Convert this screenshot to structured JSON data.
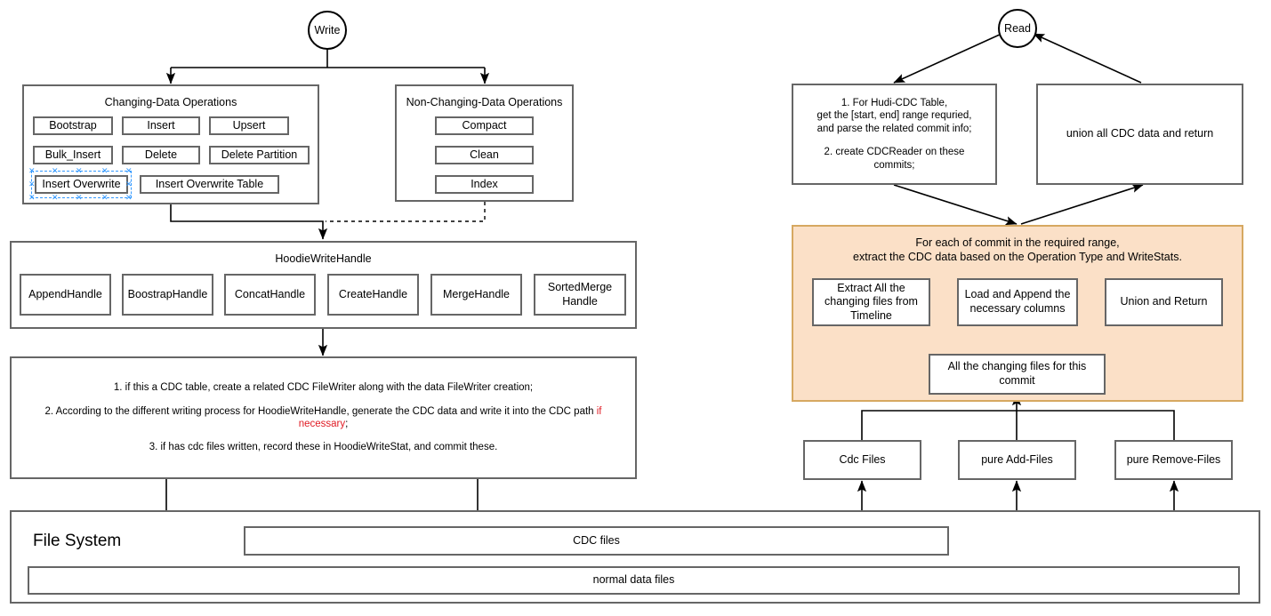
{
  "diagram": {
    "title": "Hudi CDC Write and Read Flow",
    "colors": {
      "box_border": "#666666",
      "node_border": "#000000",
      "orange_fill": "#fbe0c7",
      "orange_border": "#d6a861",
      "highlight_text": "#e01b24",
      "selection": "#3399ff"
    }
  },
  "write": {
    "start_node": "Write",
    "changing": {
      "title": "Changing-Data Operations",
      "ops": [
        "Bootstrap",
        "Insert",
        "Upsert",
        "Bulk_Insert",
        "Delete",
        "Delete Partition",
        "Insert  Overwrite",
        "Insert  Overwrite Table"
      ],
      "selected_op": "Insert  Overwrite"
    },
    "non_changing": {
      "title": "Non-Changing-Data Operations",
      "ops": [
        "Compact",
        "Clean",
        "Index"
      ]
    },
    "handle": {
      "title": "HoodieWriteHandle",
      "handles": [
        "AppendHandle",
        "BoostrapHandle",
        "ConcatHandle",
        "CreateHandle",
        "MergeHandle",
        "SortedMerge Handle"
      ]
    },
    "steps": {
      "line1": "1. if this a CDC table, create a related CDC FileWriter along with the data FileWriter creation;",
      "line2a": "2. According to the different writing process for HoodieWriteHandle, generate the CDC data and write it into the CDC path ",
      "line2_red": "if necessary",
      "line2b": ";",
      "line3": "3. if has cdc files written, record these in HoodieWriteStat, and commit these."
    },
    "filesystem": {
      "label": "File System",
      "cdc_files": "CDC files",
      "normal_files": "normal data files"
    }
  },
  "read": {
    "start_node": "Read",
    "step1": {
      "l1": "1. For Hudi-CDC Table,",
      "l2": "get the [start, end] range requried,",
      "l3": "and parse the related commit info;",
      "l4": "",
      "l5": "2. create CDCReader on these",
      "l6": "commits;"
    },
    "union": "union all CDC data and return",
    "loop": {
      "title_l1": "For each of commit in the required range,",
      "title_l2": "extract the CDC data based on the Operation Type and WriteStats.",
      "extract": "Extract All the changing files from Timeline",
      "load": "Load and Append the necessary columns",
      "union": "Union and Return",
      "changing_files": "All the changing files for this commit"
    },
    "sources": [
      "Cdc Files",
      "pure Add-Files",
      "pure Remove-Files"
    ]
  }
}
